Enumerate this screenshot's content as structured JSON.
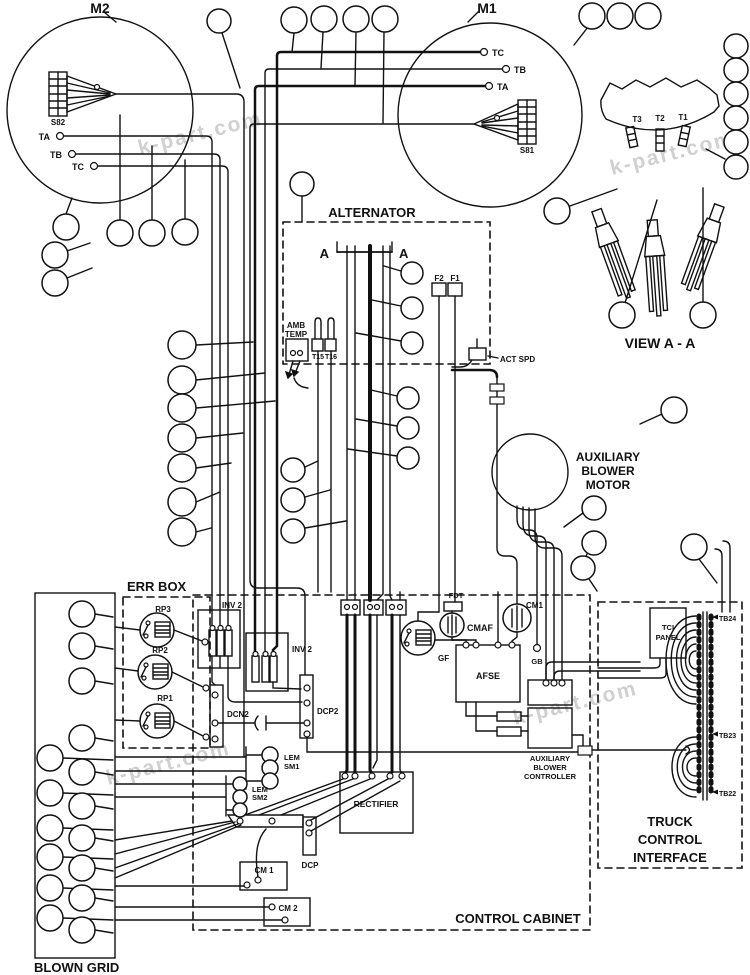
{
  "watermark": {
    "text": "k-part.com",
    "color": "#c8c8c8"
  },
  "m2": {
    "title": "M2",
    "connector": "S82",
    "ta": "TA",
    "tb": "TB",
    "tc": "TC"
  },
  "m1": {
    "title": "M1",
    "connector": "S81",
    "tc": "TC",
    "tb": "TB",
    "ta": "TA"
  },
  "alternator": {
    "title": "ALTERNATOR",
    "section_a": "A",
    "amb1": "AMB",
    "amb2": "TEMP",
    "t15": "T15",
    "t16": "T16",
    "f2": "F2",
    "f1": "F1",
    "act_spd": "ACT SPD"
  },
  "view_aa": {
    "title": "VIEW A - A",
    "t3": "T3",
    "t2": "T2",
    "t1": "T1"
  },
  "aux_motor": {
    "line1": "AUXILIARY",
    "line2": "BLOWER",
    "line3": "MOTOR"
  },
  "err_box": {
    "title": "ERR BOX",
    "rp3": "RP3",
    "rp2": "RP2",
    "rp1": "RP1"
  },
  "cabinet": {
    "title": "CONTROL CABINET",
    "inv2_left": "INV 2",
    "inv2_right": "INV 2",
    "dcn2": "DCN2",
    "dcp2": "DCP2",
    "gf": "GF",
    "fdt": "FDT",
    "cmaf": "CMAF",
    "cm1_coil": "CM1",
    "gb": "GB",
    "afse": "AFSE",
    "abc1": "AUXILIARY",
    "abc2": "BLOWER",
    "abc3": "CONTROLLER",
    "rectifier": "RECTIFIER",
    "dcp": "DCP",
    "lem1a": "LEM",
    "lem1b": "SM1",
    "lem2a": "LEM",
    "lem2b": "SM2",
    "cm1_box": "CM 1",
    "cm2_box": "CM 2"
  },
  "tci": {
    "panel1": "TCI",
    "panel2": "PANEL",
    "tb24": "TB24",
    "tb23": "TB23",
    "tb22": "TB22",
    "title1": "TRUCK",
    "title2": "CONTROL",
    "title3": "INTERFACE"
  },
  "blown_grid": {
    "title": "BLOWN GRID"
  }
}
